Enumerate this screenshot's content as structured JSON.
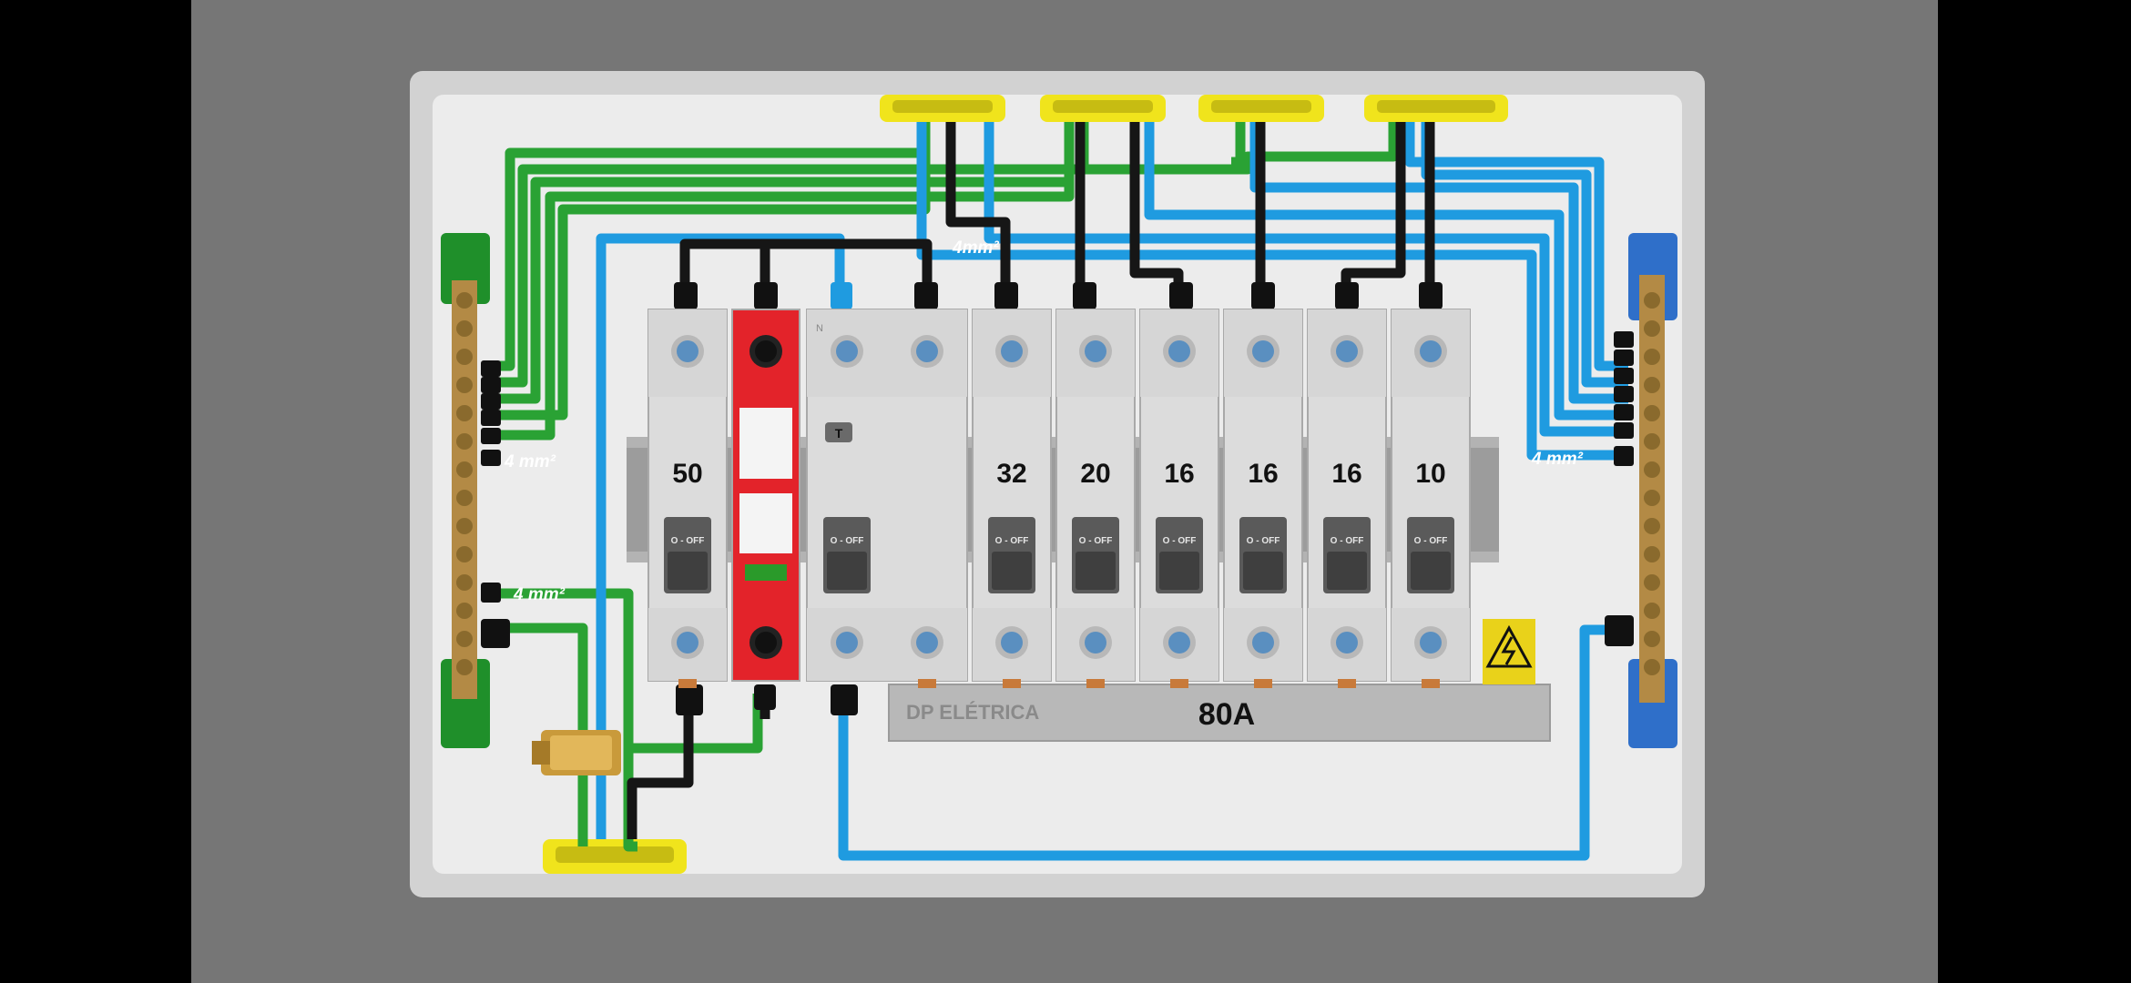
{
  "panel": {
    "brand": "DP ELÉTRICA",
    "busbar_rating": "80A"
  },
  "breakers": [
    {
      "id": "main",
      "rating": "50",
      "switch_label": "O - OFF"
    },
    {
      "id": "dps",
      "rating": "",
      "switch_label": ""
    },
    {
      "id": "dr",
      "rating": "",
      "switch_label": "O - OFF",
      "test_label": "T",
      "neutral_mark": "N"
    },
    {
      "id": "c1",
      "rating": "32",
      "switch_label": "O - OFF"
    },
    {
      "id": "c2",
      "rating": "20",
      "switch_label": "O - OFF"
    },
    {
      "id": "c3",
      "rating": "16",
      "switch_label": "O - OFF"
    },
    {
      "id": "c4",
      "rating": "16",
      "switch_label": "O - OFF"
    },
    {
      "id": "c5",
      "rating": "16",
      "switch_label": "O - OFF"
    },
    {
      "id": "c6",
      "rating": "10",
      "switch_label": "O - OFF"
    }
  ],
  "wire_labels": {
    "ground_top": "4 mm²",
    "ground_bottom": "4 mm²",
    "phase_top": "4mm²",
    "neutral_right": "4 mm²"
  },
  "colors": {
    "ground_wire": "#2aa234",
    "neutral_wire": "#1f9be0",
    "phase_wire": "#161616",
    "dps_body": "#e3232a",
    "grommet": "#f0e41c",
    "panel_frame": "#d2d2d2",
    "backdrop": "#767676"
  },
  "icons": [
    "high-voltage-warning-icon",
    "screw-terminal-icon",
    "ground-clamp-icon"
  ]
}
